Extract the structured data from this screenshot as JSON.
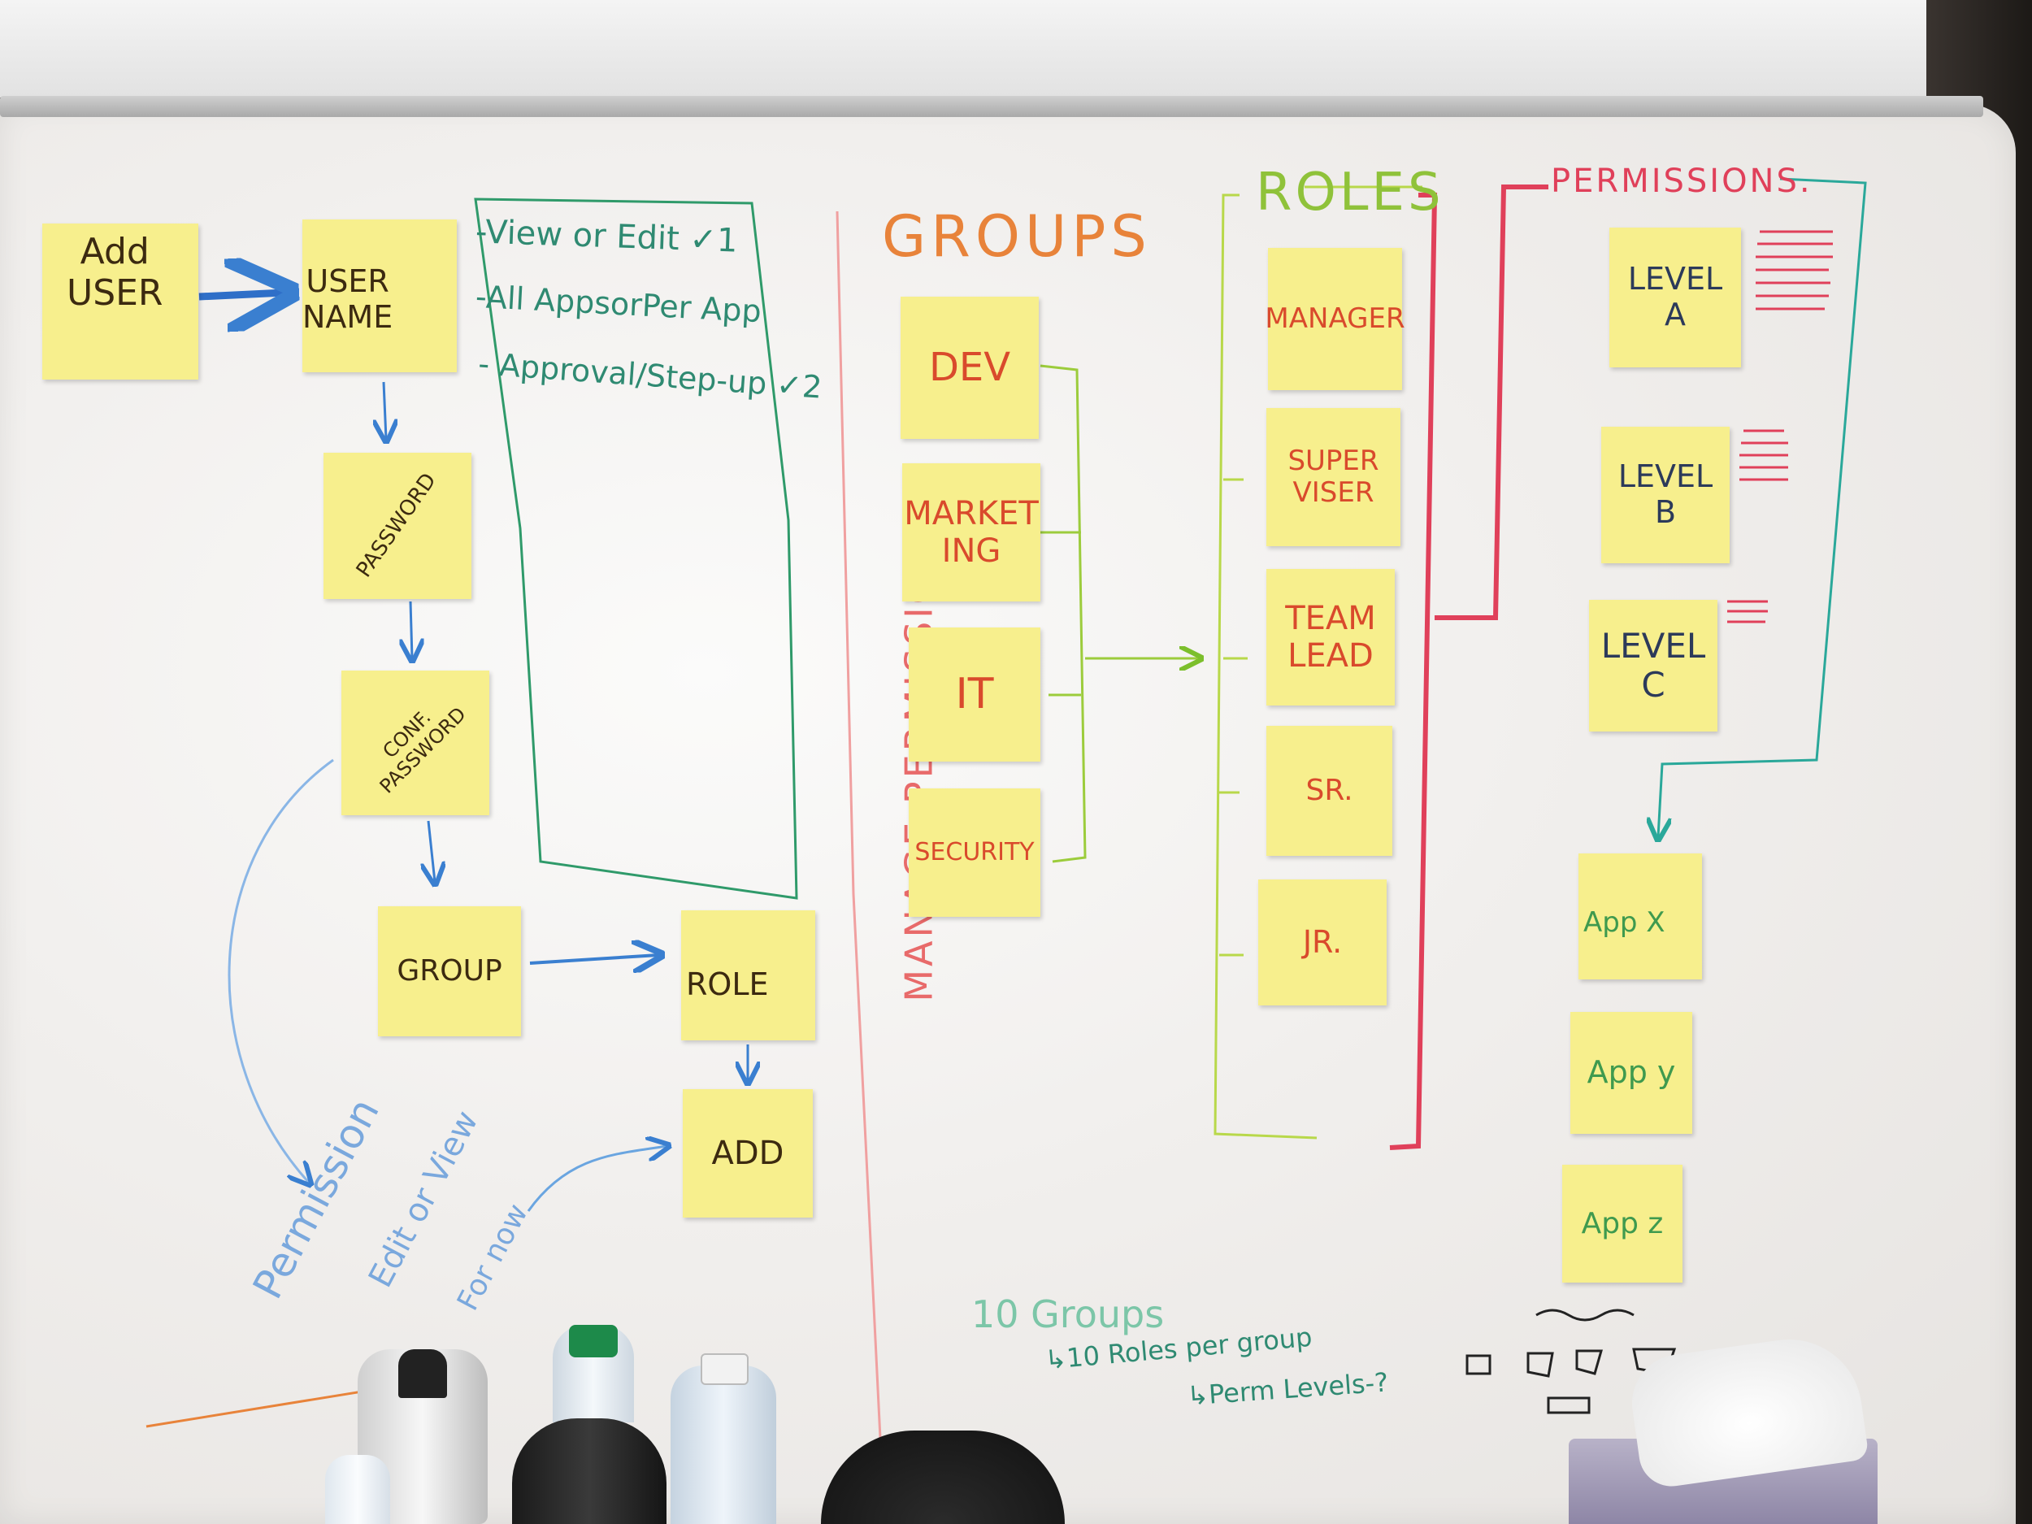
{
  "notes": {
    "add_user": "Add\nUSER",
    "user_name": "USER\nNAME",
    "password": "PASSWORD",
    "conf_password": "CONF.\nPASSWORD",
    "group": "GROUP",
    "role": "ROLE",
    "add": "ADD",
    "dev": "DEV",
    "marketing": "MARKET\nING",
    "it": "IT",
    "security": "SECURITY",
    "manager": "MANAGER",
    "supervisor": "SUPER\nVISER",
    "team_lead": "TEAM\nLEAD",
    "sr": "SR.",
    "jr": "JR.",
    "level_a": "LEVEL\nA",
    "level_b": "LEVEL\nB",
    "level_c": "LEVEL\nC",
    "app_x": "App X",
    "app_y": "App y",
    "app_z": "App z"
  },
  "writing": {
    "list_line1": "-View or Edit ✓1",
    "list_line2": "-All AppsorPer App",
    "list_line3": "- Approval/Step-up ✓2",
    "groups_title": "GROUPS",
    "roles_title": "ROLES",
    "permissions_title": "PERMISSIONS.",
    "manage_permissions": "MANAGE PERMISSIONS",
    "permission_note_1": "Permission",
    "permission_note_2": "Edit or View",
    "permission_note_3": "For now",
    "bottom_note_1": "10 Groups",
    "bottom_note_2": "↳10 Roles per group",
    "bottom_note_3": "↳Perm Levels-?"
  },
  "colors": {
    "sticky": "#f7ef8d",
    "blue_marker": "#3a7fd0",
    "green_marker": "#2f9a6a",
    "lime_marker": "#9ccc3c",
    "red_marker": "#e0405a",
    "orange_marker": "#e8833a",
    "teal_marker": "#2aa89a"
  }
}
